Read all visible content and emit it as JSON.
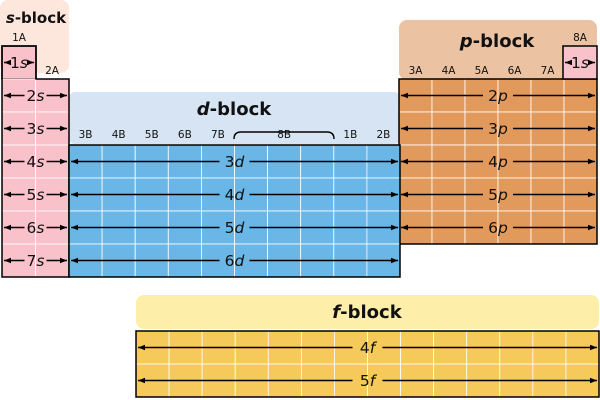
{
  "blocks": {
    "s": {
      "letter": "s",
      "suffix": "-block",
      "bg": "#fde6db",
      "cell": "#f9c1c9"
    },
    "p": {
      "letter": "p",
      "suffix": "-block",
      "bg": "#ebc2a2",
      "cell": "#e2995c"
    },
    "d": {
      "letter": "d",
      "suffix": "-block",
      "bg": "#d7e4f4",
      "cell": "#6ab6e6"
    },
    "f": {
      "letter": "f",
      "suffix": "-block",
      "bg": "#fdeeaa",
      "cell": "#f5c95a"
    }
  },
  "groups": {
    "s": [
      "1A",
      "2A"
    ],
    "d": [
      "3B",
      "4B",
      "5B",
      "6B",
      "7B",
      "8B",
      "1B",
      "2B"
    ],
    "p": [
      "3A",
      "4A",
      "5A",
      "6A",
      "7A",
      "8A"
    ]
  },
  "orbitals": {
    "s": [
      {
        "n": "1",
        "l": "s"
      },
      {
        "n": "2",
        "l": "s"
      },
      {
        "n": "3",
        "l": "s"
      },
      {
        "n": "4",
        "l": "s"
      },
      {
        "n": "5",
        "l": "s"
      },
      {
        "n": "6",
        "l": "s"
      },
      {
        "n": "7",
        "l": "s"
      }
    ],
    "he": {
      "n": "1",
      "l": "s"
    },
    "p": [
      {
        "n": "2",
        "l": "p"
      },
      {
        "n": "3",
        "l": "p"
      },
      {
        "n": "4",
        "l": "p"
      },
      {
        "n": "5",
        "l": "p"
      },
      {
        "n": "6",
        "l": "p"
      }
    ],
    "d": [
      {
        "n": "3",
        "l": "d"
      },
      {
        "n": "4",
        "l": "d"
      },
      {
        "n": "5",
        "l": "d"
      },
      {
        "n": "6",
        "l": "d"
      }
    ],
    "f": [
      {
        "n": "4",
        "l": "f"
      },
      {
        "n": "5",
        "l": "f"
      }
    ]
  }
}
